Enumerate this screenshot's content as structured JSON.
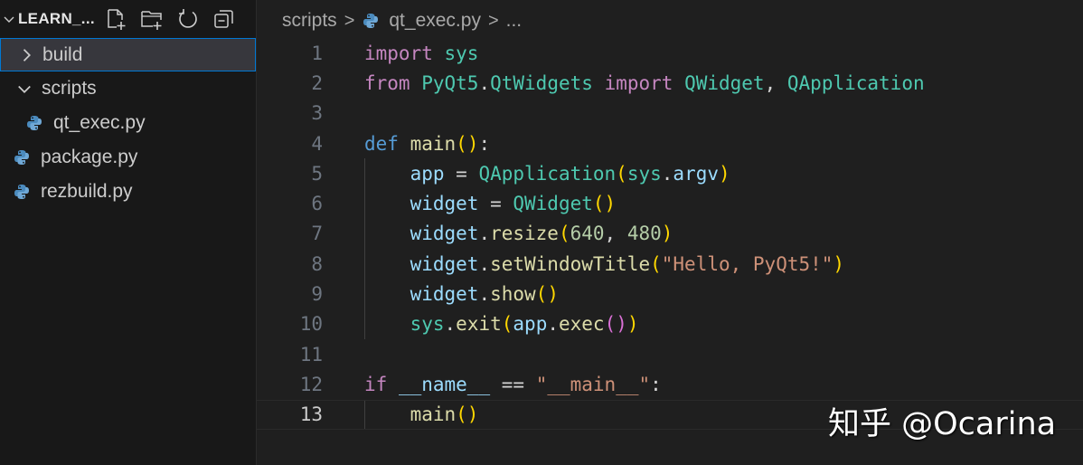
{
  "explorer": {
    "title": "LEARN_...",
    "actions": [
      {
        "name": "new-file-icon",
        "label": "New File"
      },
      {
        "name": "new-folder-icon",
        "label": "New Folder"
      },
      {
        "name": "refresh-icon",
        "label": "Refresh Explorer"
      },
      {
        "name": "collapse-all-icon",
        "label": "Collapse Folders"
      }
    ],
    "items": [
      {
        "label": "build",
        "type": "folder",
        "expanded": false,
        "selected": true,
        "depth": 0
      },
      {
        "label": "scripts",
        "type": "folder",
        "expanded": true,
        "selected": false,
        "depth": 0
      },
      {
        "label": "qt_exec.py",
        "type": "python-file",
        "depth": 1
      },
      {
        "label": "package.py",
        "type": "python-file",
        "depth": 0
      },
      {
        "label": "rezbuild.py",
        "type": "python-file",
        "depth": 0
      }
    ]
  },
  "breadcrumb": {
    "folder": "scripts",
    "file": "qt_exec.py",
    "more": "..."
  },
  "editor": {
    "current_line": 13,
    "lines": [
      {
        "n": "1",
        "text": "import sys"
      },
      {
        "n": "2",
        "text": "from PyQt5.QtWidgets import QWidget, QApplication"
      },
      {
        "n": "3",
        "text": ""
      },
      {
        "n": "4",
        "text": "def main():"
      },
      {
        "n": "5",
        "text": "    app = QApplication(sys.argv)"
      },
      {
        "n": "6",
        "text": "    widget = QWidget()"
      },
      {
        "n": "7",
        "text": "    widget.resize(640, 480)"
      },
      {
        "n": "8",
        "text": "    widget.setWindowTitle(\"Hello, PyQt5!\")"
      },
      {
        "n": "9",
        "text": "    widget.show()"
      },
      {
        "n": "10",
        "text": "    sys.exit(app.exec())"
      },
      {
        "n": "11",
        "text": ""
      },
      {
        "n": "12",
        "text": "if __name__ == \"__main__\":"
      },
      {
        "n": "13",
        "text": "    main()"
      }
    ],
    "tokens": {
      "import": "import",
      "sys": "sys",
      "from": "from",
      "pyqt5": "PyQt5",
      "qtwidgets": "QtWidgets",
      "qwidget": "QWidget",
      "qapplication": "QApplication",
      "def": "def",
      "main": "main",
      "app": "app",
      "argv": "argv",
      "widget": "widget",
      "resize": "resize",
      "n640": "640",
      "n480": "480",
      "setwindowtitle": "setWindowTitle",
      "title_str": "\"Hello, PyQt5!\"",
      "show": "show",
      "exit": "exit",
      "exec": "exec",
      "if": "if",
      "dunder_name": "__name__",
      "main_str": "\"__main__\""
    }
  },
  "watermark": "知乎 @Ocarina",
  "colors": {
    "accent": "#0078d4",
    "editor_bg": "#1f1f1f",
    "sidebar_bg": "#181818",
    "selection_bg": "#37373d"
  }
}
